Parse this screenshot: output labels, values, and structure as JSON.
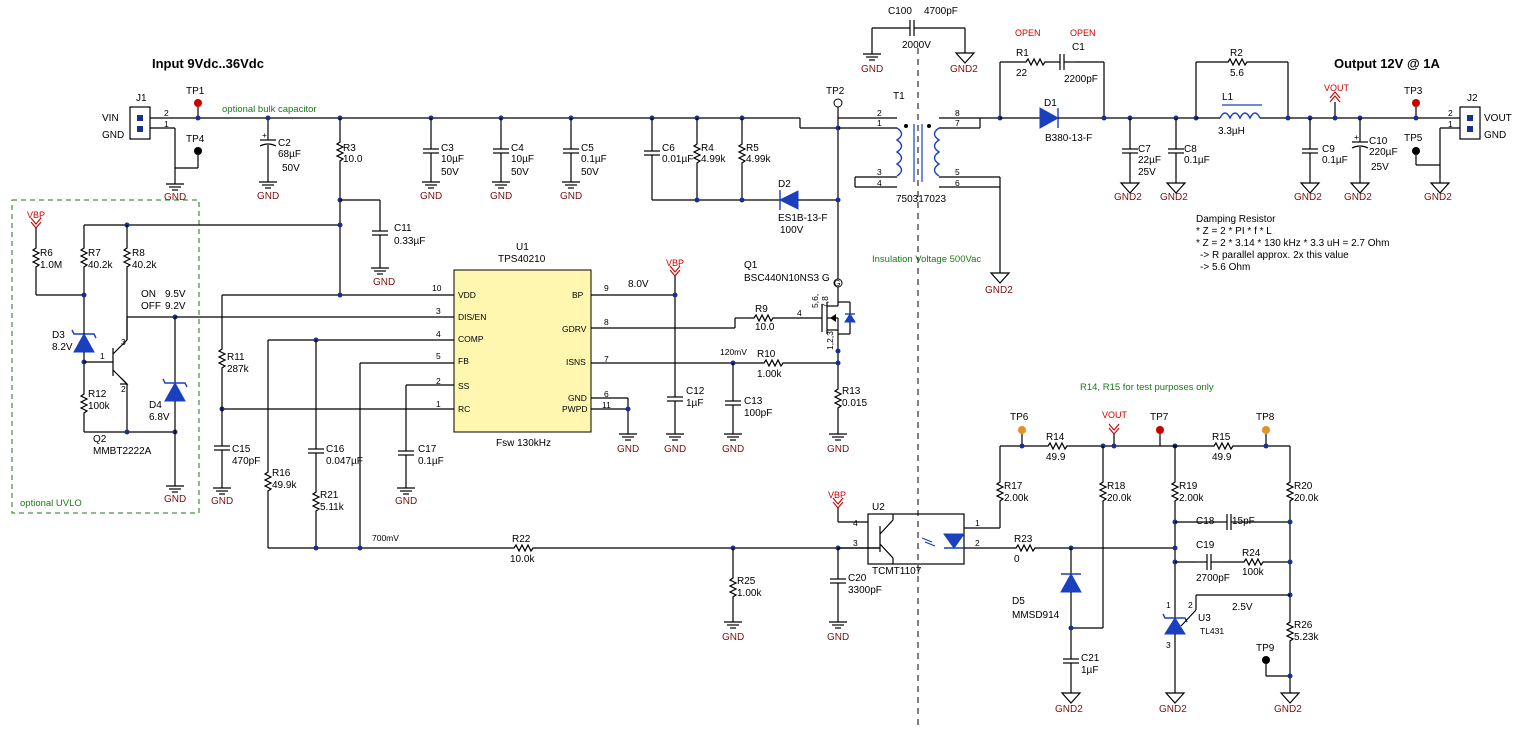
{
  "headers": {
    "input": "Input 9Vdc..36Vdc",
    "output": "Output 12V @ 1A"
  },
  "notes": {
    "bulk_cap": "optional bulk capacitor",
    "uvlo": "optional UVLO",
    "insulation": "Insulation Voltage 500Vac",
    "test": "R14, R15 for test purposes only",
    "damping_title": "Damping Resistor",
    "damping_l1": "* Z = 2 * PI * f * L",
    "damping_l2": "* Z = 2 * 3.14 * 130 kHz * 3.3 uH = 2.7 Ohm",
    "damping_l3": "-> R parallel approx. 2x this value",
    "damping_l4": "-> 5.6 Ohm",
    "on_label": "ON",
    "on_val": "9.5V",
    "off_label": "OFF",
    "off_val": "9.2V",
    "bp_volt": "8.0V",
    "isns_volt": "120mV",
    "fb_volt": "700mV",
    "ref_volt": "2.5V",
    "fsw": "Fsw 130kHz"
  },
  "connectors": {
    "j1": "J1",
    "j1_vin": "VIN",
    "j1_gnd": "GND",
    "j2": "J2",
    "j2_vout": "VOUT",
    "j2_gnd": "GND"
  },
  "testpoints": [
    "TP1",
    "TP2",
    "TP3",
    "TP4",
    "TP5",
    "TP6",
    "TP7",
    "TP8",
    "TP9"
  ],
  "nets": {
    "vbp": "VBP",
    "vout": "VOUT",
    "gnd": "GND",
    "gnd2": "GND2",
    "open": "OPEN"
  },
  "ic": {
    "u1_ref": "U1",
    "u1_part": "TPS40210",
    "pins_left": [
      "VDD",
      "DIS/EN",
      "COMP",
      "FB",
      "SS",
      "RC"
    ],
    "pins_left_num": [
      "10",
      "3",
      "4",
      "5",
      "2",
      "1"
    ],
    "pins_right": [
      "BP",
      "GDRV",
      "ISNS",
      "GND",
      "PWPD"
    ],
    "pins_right_num": [
      "9",
      "8",
      "7",
      "6",
      "11"
    ],
    "u2_ref": "U2",
    "u2_part": "TCMT1107",
    "u2_pins": [
      "4",
      "3",
      "1",
      "2"
    ],
    "u3_ref": "U3",
    "u3_part": "TL431",
    "q1_ref": "Q1",
    "q1_part": "BSC440N10NS3 G",
    "q1_pins_d": "5,6,",
    "q1_pins_d2": "7,8",
    "q1_pins_s": "1,2,3",
    "q1_gate": "4",
    "q2_ref": "Q2",
    "q2_part": "MMBT2222A",
    "t1_ref": "T1",
    "t1_part": "750317023"
  },
  "components": {
    "c100": "C100",
    "c100_v": "4700pF",
    "c100_r": "2000V",
    "r1": "R1",
    "r1_v": "22",
    "c1": "C1",
    "c1_v": "2200pF",
    "r2": "R2",
    "r2_v": "5.6",
    "l1": "L1",
    "l1_v": "3.3µH",
    "d1": "D1",
    "d1_v": "B380-13-F",
    "d2": "D2",
    "d2_v": "ES1B-13-F",
    "d2_r": "100V",
    "c2": "C2",
    "c2_v": "68µF",
    "c2_r": "50V",
    "r3": "R3",
    "r3_v": "10.0",
    "c3": "C3",
    "c3_v": "10µF",
    "c3_r": "50V",
    "c4": "C4",
    "c4_v": "10µF",
    "c4_r": "50V",
    "c5": "C5",
    "c5_v": "0.1µF",
    "c5_r": "50V",
    "c6": "C6",
    "c6_v": "0.01µF",
    "r4": "R4",
    "r4_v": "4.99k",
    "r5": "R5",
    "r5_v": "4.99k",
    "c7": "C7",
    "c7_v": "22µF",
    "c7_r": "25V",
    "c8": "C8",
    "c8_v": "0.1µF",
    "c9": "C9",
    "c9_v": "0.1µF",
    "c10": "C10",
    "c10_v": "220µF",
    "c10_r": "25V",
    "c11": "C11",
    "c11_v": "0.33µF",
    "r6": "R6",
    "r6_v": "1.0M",
    "r7": "R7",
    "r7_v": "40.2k",
    "r8": "R8",
    "r8_v": "40.2k",
    "d3": "D3",
    "d3_v": "8.2V",
    "d4": "D4",
    "d4_v": "6.8V",
    "r12": "R12",
    "r12_v": "100k",
    "r11": "R11",
    "r11_v": "287k",
    "c15": "C15",
    "c15_v": "470pF",
    "r16": "R16",
    "r16_v": "49.9k",
    "c16": "C16",
    "c16_v": "0.047µF",
    "r21": "R21",
    "r21_v": "5.11k",
    "c17": "C17",
    "c17_v": "0.1µF",
    "c12": "C12",
    "c12_v": "1µF",
    "c13": "C13",
    "c13_v": "100pF",
    "r9": "R9",
    "r9_v": "10.0",
    "r10": "R10",
    "r10_v": "1.00k",
    "r13": "R13",
    "r13_v": "0.015",
    "r22": "R22",
    "r22_v": "10.0k",
    "r25": "R25",
    "r25_v": "1.00k",
    "c20": "C20",
    "c20_v": "3300pF",
    "r14": "R14",
    "r14_v": "49.9",
    "r15": "R15",
    "r15_v": "49.9",
    "r17": "R17",
    "r17_v": "2.00k",
    "r18": "R18",
    "r18_v": "20.0k",
    "r19": "R19",
    "r19_v": "2.00k",
    "r20": "R20",
    "r20_v": "20.0k",
    "r23": "R23",
    "r23_v": "0",
    "c18": "C18",
    "c18_v": "15pF",
    "c19": "C19",
    "c19_v": "2700pF",
    "r24": "R24",
    "r24_v": "100k",
    "r26": "R26",
    "r26_v": "5.23k",
    "d5": "D5",
    "d5_v": "MMSD914",
    "c21": "C21",
    "c21_v": "1µF"
  }
}
